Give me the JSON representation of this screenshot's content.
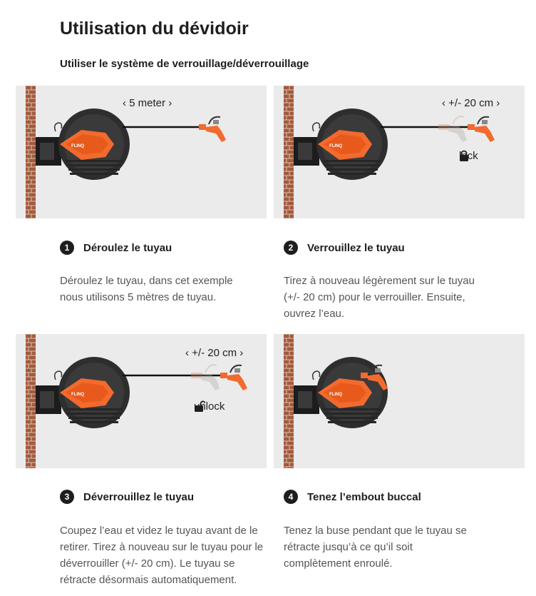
{
  "page": {
    "title": "Utilisation du dévidoir",
    "subtitle": "Utiliser le système de verrouillage/déverrouillage"
  },
  "reel": {
    "brand": "FLINQ"
  },
  "steps": [
    {
      "number": "1",
      "heading": "Déroulez le tuyau",
      "text": "Déroulez le tuyau, dans cet exemple nous utilisons 5 mètres de tuyau.",
      "measure": "5 meter",
      "lock_label": ""
    },
    {
      "number": "2",
      "heading": "Verrouillez le tuyau",
      "text": "Tirez à nouveau légèrement sur le tuyau (+/- 20 cm) pour le verrouiller. Ensuite, ouvrez l’eau.",
      "measure": "+/- 20 cm",
      "lock_label": "lock"
    },
    {
      "number": "3",
      "heading": "Déverrouillez le tuyau",
      "text": "Coupez l’eau et videz le tuyau avant de le retirer. Tirez à nouveau sur le tuyau pour le déverrouiller (+/- 20 cm). Le tuyau se rétracte désormais automatiquement.",
      "measure": "+/- 20 cm",
      "lock_label": "unlock"
    },
    {
      "number": "4",
      "heading": "Tenez l’embout buccal",
      "text": "Tenez la buse pendant que le tuyau se rétracte jusqu’à ce qu’il soit complètement enroulé.",
      "measure": "",
      "lock_label": ""
    }
  ],
  "colors": {
    "accent": "#f26a2e",
    "reel_body": "#2e2e2e",
    "panel_bg": "#ebebeb",
    "brick": "#a35a3c"
  }
}
